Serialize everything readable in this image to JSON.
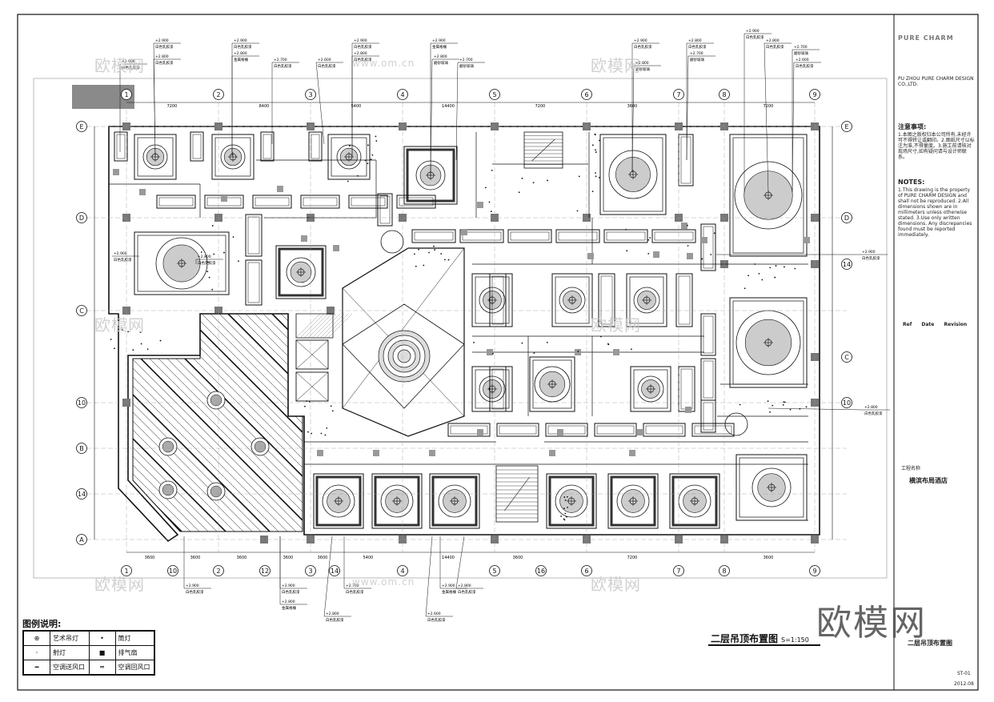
{
  "drawing": {
    "title": "二层吊顶布置图",
    "scale": "S=1:150"
  },
  "grid": {
    "columns": [
      "1",
      "2",
      "3",
      "4",
      "5",
      "6",
      "7",
      "8",
      "9"
    ],
    "columns_sub": [
      "1",
      "10",
      "2",
      "12",
      "3",
      "14",
      "4",
      "5",
      "16",
      "6",
      "7",
      "8",
      "9"
    ],
    "rows_right": [
      "E",
      "D",
      "14",
      "C",
      "10"
    ],
    "rows_left": [
      "E",
      "D",
      "C",
      "10",
      "B",
      "14",
      "A"
    ],
    "top_dims": [
      "7200",
      "8400",
      "5400",
      "14400",
      "7200",
      "3600",
      "7200"
    ],
    "bottom_dims": [
      "3600",
      "3600",
      "3600",
      "3600",
      "3600",
      "5400",
      "14400",
      "3600",
      "7200",
      "3600"
    ]
  },
  "level_tags": [
    "+2.900",
    "+2.800",
    "+2.700",
    "+2.600"
  ],
  "material_tags": [
    "白色乳胶漆",
    "金属格栅",
    "磨砂玻璃",
    "白色乳胶漆"
  ],
  "legend": {
    "title": "图例说明:",
    "rows": [
      [
        "艺术吊灯",
        "筒灯"
      ],
      [
        "射灯",
        "排气扇"
      ],
      [
        "空调送风口",
        "空调回风口"
      ]
    ]
  },
  "title_block": {
    "brand": "PURE CHARM",
    "company_en": "PU ZHOU PURE CHARM DESIGN CO.,LTD.",
    "notes_head": "注意事项:",
    "notes_cn": "1.本图之版权归本公司所有,未经许可不得转让或翻印。2.图纸尺寸以标注为准,不得量度。3.施工前请核对现场尺寸,如有疑问请与设计师联系。",
    "notes_en_head": "NOTES:",
    "notes_en": "1.This drawing is the property of PURE CHARM DESIGN and shall not be reproduced. 2.All dimensions shown are in millimeters unless otherwise stated. 3.Use only written dimensions. Any discrepancies found must be reported immediately.",
    "revision_cols": [
      "Ref",
      "Date",
      "Revision"
    ],
    "project_label": "工程名称",
    "project": "横滨布局酒店",
    "sheet_title": "二层吊顶布置图",
    "sheet_no": "ST-01",
    "date": "2012.08"
  },
  "watermark": {
    "logo": "欧模网",
    "site": "www.om.cn"
  }
}
